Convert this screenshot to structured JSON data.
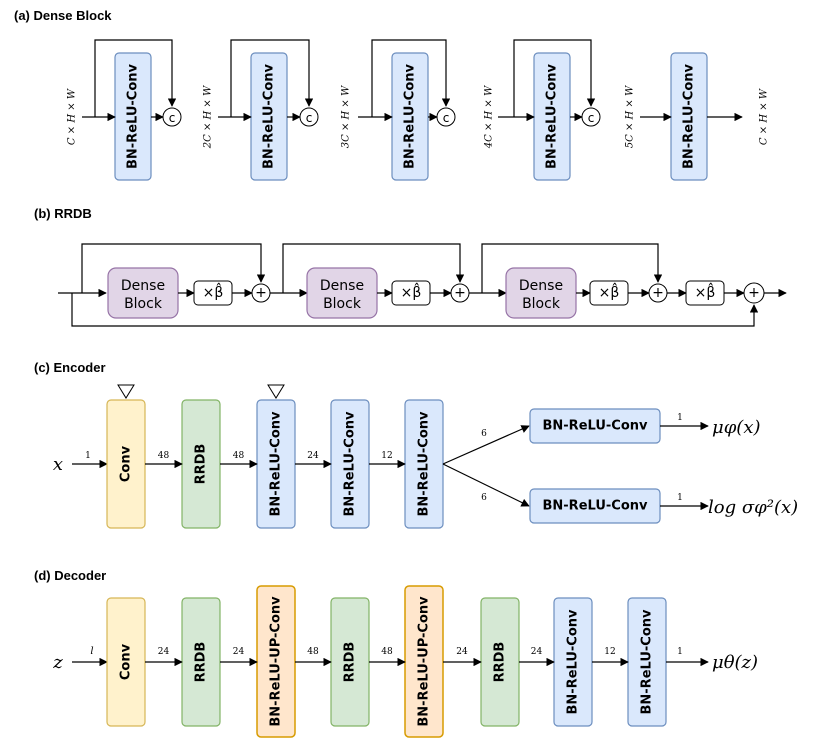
{
  "sections": {
    "a": "(a) Dense Block",
    "b": "(b) RRDB",
    "c": "(c) Encoder",
    "d": "(d) Decoder"
  },
  "dense_block": {
    "block_label": "BN-ReLU-Conv",
    "concat_symbol": "c",
    "dims": [
      "C × H × W",
      "2C × H × W",
      "3C × H × W",
      "4C × H × W",
      "5C × H × W",
      "C × H × W"
    ]
  },
  "rrdb": {
    "dense_label_line1": "Dense",
    "dense_label_line2": "Block",
    "scale_label": "×β̂",
    "plus_symbol": "+"
  },
  "encoder": {
    "input": "x",
    "blocks": [
      "Conv",
      "RRDB",
      "BN-ReLU-Conv",
      "BN-ReLU-Conv",
      "BN-ReLU-Conv"
    ],
    "channels": [
      "1",
      "48",
      "48",
      "24",
      "12"
    ],
    "branch_channels": [
      "6",
      "6"
    ],
    "head_label": "BN-ReLU-Conv",
    "head_out_channels": [
      "1",
      "1"
    ],
    "output_mu": "μφ(x)",
    "output_sigma": "log σφ²(x)"
  },
  "decoder": {
    "input": "z",
    "blocks": [
      "Conv",
      "RRDB",
      "BN-ReLU-UP-Conv",
      "RRDB",
      "BN-ReLU-UP-Conv",
      "RRDB",
      "BN-ReLU-Conv",
      "BN-ReLU-Conv"
    ],
    "channels": [
      "l",
      "24",
      "24",
      "48",
      "48",
      "24",
      "24",
      "12",
      "1"
    ],
    "output": "μθ(z)"
  },
  "colors": {
    "blue_fill": "#dae8fc",
    "blue_stroke": "#6c8ebf",
    "purple_fill": "#e1d5e7",
    "purple_stroke": "#9673a6",
    "yellow_fill": "#fff2cc",
    "yellow_stroke": "#d6b656",
    "green_fill": "#d5e8d4",
    "green_stroke": "#82b366",
    "orange_fill": "#ffe6cc",
    "orange_stroke": "#d79b00"
  }
}
